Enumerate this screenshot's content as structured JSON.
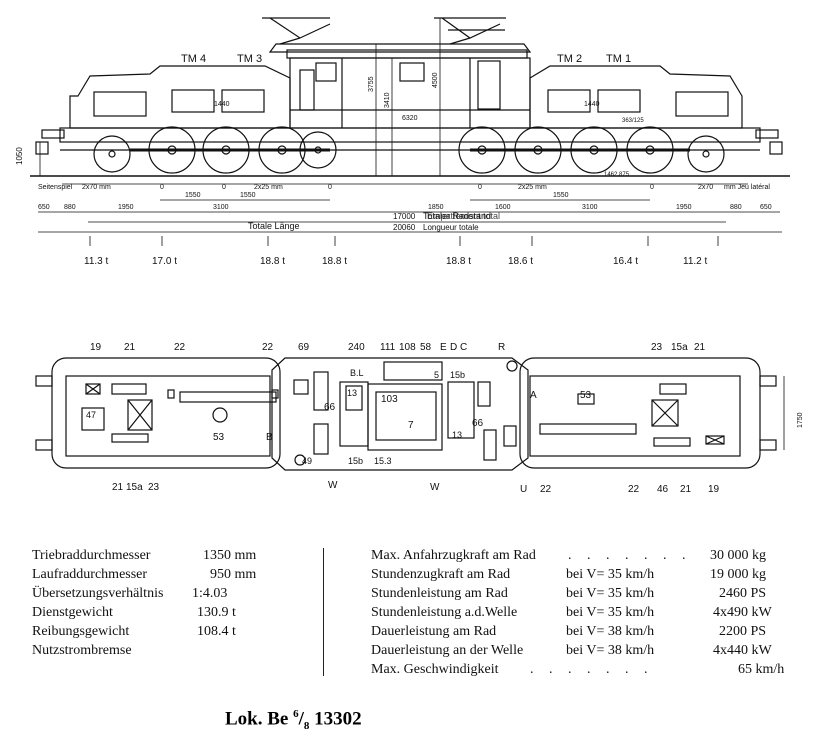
{
  "elevation": {
    "motor_labels": [
      "TM 4",
      "TM 3",
      "TM 2",
      "TM 1"
    ],
    "dims_vertical": [
      "1050",
      "3755",
      "3410",
      "4500",
      "1440",
      "1440",
      "6320"
    ],
    "dims_row1": {
      "left": [
        "Seitenspiel",
        "2x70 mm",
        "0",
        "0",
        "2x25 mm",
        "0"
      ],
      "right": [
        "0",
        "2x25 mm",
        "0",
        "2x70",
        "mm Jeu latéral"
      ]
    },
    "dims_row2": {
      "left": [
        "1550",
        "1550",
        "3100"
      ],
      "right": [
        "1600",
        "1550",
        "3100"
      ]
    },
    "dims_row3": {
      "left": [
        "650",
        "880",
        "1950"
      ],
      "center": "1850",
      "right": [
        "1950",
        "880",
        "650"
      ]
    },
    "small_labels": [
      "363/125",
      "1462,875"
    ],
    "wheelbase": {
      "value": "17000",
      "label": "Totaler Radstand",
      "label_overprint": "Empattement total"
    },
    "length": {
      "value": "20060",
      "label_de": "Totale Länge",
      "label_fr": "Longueur totale"
    },
    "axle_loads": [
      "11.3 t",
      "17.0 t",
      "18.8 t",
      "18.8 t",
      "18.8 t",
      "18.6 t",
      "16.4 t",
      "11.2 t"
    ]
  },
  "plan": {
    "labels": [
      "19",
      "21",
      "22",
      "22",
      "69",
      "240",
      "111",
      "108",
      "58",
      "E",
      "D",
      "C",
      "R",
      "23",
      "15a",
      "21",
      "47",
      "53",
      "B",
      "B.L",
      "13",
      "103",
      "7",
      "5",
      "15b",
      "13",
      "66",
      "66",
      "A",
      "53",
      "49",
      "15b",
      "15.3",
      "21",
      "15a",
      "23",
      "W",
      "W",
      "U",
      "22",
      "22",
      "46",
      "21",
      "19"
    ],
    "dim_1750": "1750"
  },
  "specs_left": [
    {
      "label": "Triebraddurchmesser",
      "value": "1350 mm"
    },
    {
      "label": "Laufraddurchmesser",
      "value": "950 mm"
    },
    {
      "label": "Übersetzungsverhältnis",
      "value": "1:4.03"
    },
    {
      "label": "Dienstgewicht",
      "value": "130.9 t"
    },
    {
      "label": "Reibungsgewicht",
      "value": "108.4 t"
    },
    {
      "label": "Nutzstrombremse",
      "value": ""
    }
  ],
  "specs_right": [
    {
      "label": "Max. Anfahrzugkraft am Rad",
      "cond": "",
      "value": "30 000 kg"
    },
    {
      "label": "Stundenzugkraft am Rad",
      "cond": "bei V= 35 km/h",
      "value": "19 000 kg"
    },
    {
      "label": "Stundenleistung am Rad",
      "cond": "bei V= 35 km/h",
      "value": "2460 PS"
    },
    {
      "label": "Stundenleistung a.d.Welle",
      "cond": "bei V= 35 km/h",
      "value": "4x490 kW"
    },
    {
      "label": "Dauerleistung am Rad",
      "cond": "bei V= 38 km/h",
      "value": "2200 PS"
    },
    {
      "label": "Dauerleistung an der Welle",
      "cond": "bei V= 38 km/h",
      "value": "4x440 kW"
    },
    {
      "label": "Max. Geschwindigkeit",
      "cond": "",
      "value": "65 km/h"
    }
  ],
  "title": {
    "prefix": "Lok. Be",
    "sup": "6",
    "sub": "8",
    "number": "13302"
  }
}
